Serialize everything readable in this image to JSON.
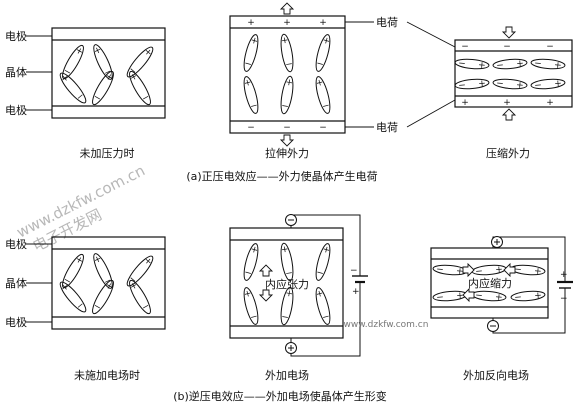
{
  "labels": {
    "electrode": "电极",
    "crystal": "晶体",
    "charge": "电荷"
  },
  "captions": {
    "a1": "未加压力时",
    "a2": "拉伸外力",
    "a3": "压缩外力",
    "a_title": "(a)正压电效应——外力使晶体产生电荷",
    "b1": "未施加电场时",
    "b2": "外加电场",
    "b3": "外加反向电场",
    "b_title": "(b)逆压电效应——外加电场使晶体产生形变"
  },
  "inner": {
    "tension": "内应张力",
    "compression": "内应缩力"
  },
  "signs": {
    "plus": "+",
    "minus": "−",
    "plus_circle": "⊕",
    "minus_circle": "⊖"
  },
  "watermark": {
    "site1": "www.dzkfw.com.cn",
    "site2": "电子开发网",
    "site3": "www.dzkfw.com.cn"
  },
  "colors": {
    "line": "#111111",
    "watermark": "#b8b8b8"
  }
}
